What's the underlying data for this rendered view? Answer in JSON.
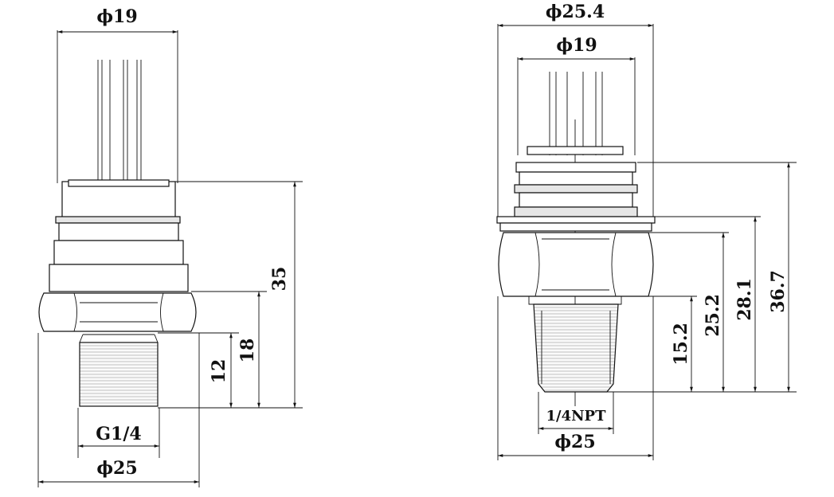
{
  "left_sensor": {
    "dims": {
      "phi19": "ϕ19",
      "d35": "35",
      "d18": "18",
      "d12": "12",
      "thread": "G1/4",
      "phi25": "ϕ25"
    }
  },
  "right_sensor": {
    "dims": {
      "phi25_4": "ϕ25.4",
      "phi19": "ϕ19",
      "d36_7": "36.7",
      "d28_1": "28.1",
      "d25_2": "25.2",
      "d15_2": "15.2",
      "thread": "1/4NPT",
      "phi25": "ϕ25"
    }
  }
}
